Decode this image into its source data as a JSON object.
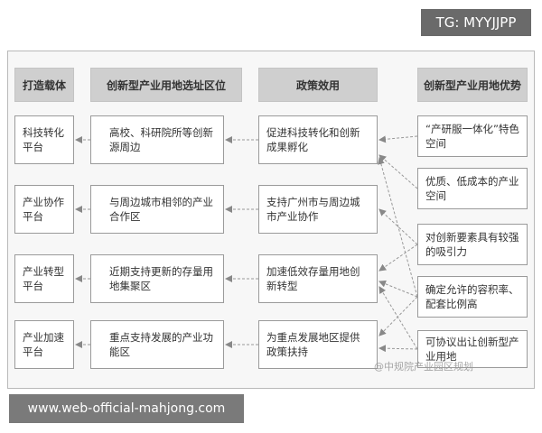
{
  "banner_top": "TG: MYYJJPP",
  "banner_bottom": "www.web-official-mahjong.com",
  "watermark": "@中规院产业园区规划",
  "headers": {
    "carrier": "打造载体",
    "location": "创新型产业用地选址区位",
    "policy": "政策效用",
    "advantage": "创新型产业用地优势"
  },
  "carriers": [
    "科技转化平台",
    "产业协作平台",
    "产业转型平台",
    "产业加速平台"
  ],
  "locations": [
    "高校、科研院所等创新源周边",
    "与周边城市相邻的产业合作区",
    "近期支持更新的存量用地集聚区",
    "重点支持发展的产业功能区"
  ],
  "policies": [
    "促进科技转化和创新成果孵化",
    "支持广州市与周边城市产业协作",
    "加速低效存量用地创新转型",
    "为重点发展地区提供政策扶持"
  ],
  "advantages": [
    "“产研服一体化”特色空间",
    "优质、低成本的产业空间",
    "对创新要素具有较强的吸引力",
    "确定允许的容积率、配套比例高",
    "可协议出让创新型产业用地"
  ]
}
